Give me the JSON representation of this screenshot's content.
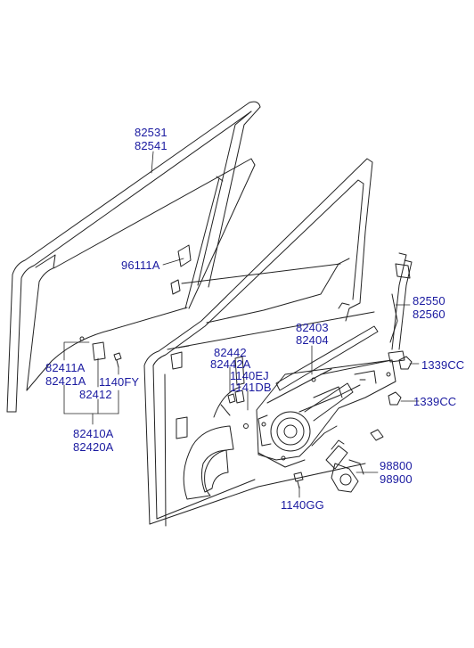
{
  "colors": {
    "label": "#1a1aa0",
    "line": "#222222",
    "background": "#ffffff"
  },
  "labels": {
    "glass_upper": "82531",
    "glass_lower": "82541",
    "glass_holder": "96111A",
    "rail_upper": "82411A",
    "rail_lower": "82421A",
    "bracket": "82412",
    "screw_fy": "1140FY",
    "rail_assy_upper": "82410A",
    "rail_assy_lower": "82420A",
    "clip_upper": "82442",
    "clip_lower": "82442A",
    "bolt_ej": "1140EJ",
    "bolt_db": "1141DB",
    "regulator_upper": "82403",
    "regulator_lower": "82404",
    "channel_upper": "82550",
    "channel_lower": "82560",
    "nut_top": "1339CC",
    "nut_bottom": "1339CC",
    "motor_upper": "98800",
    "motor_lower": "98900",
    "screw_gg": "1140GG"
  }
}
